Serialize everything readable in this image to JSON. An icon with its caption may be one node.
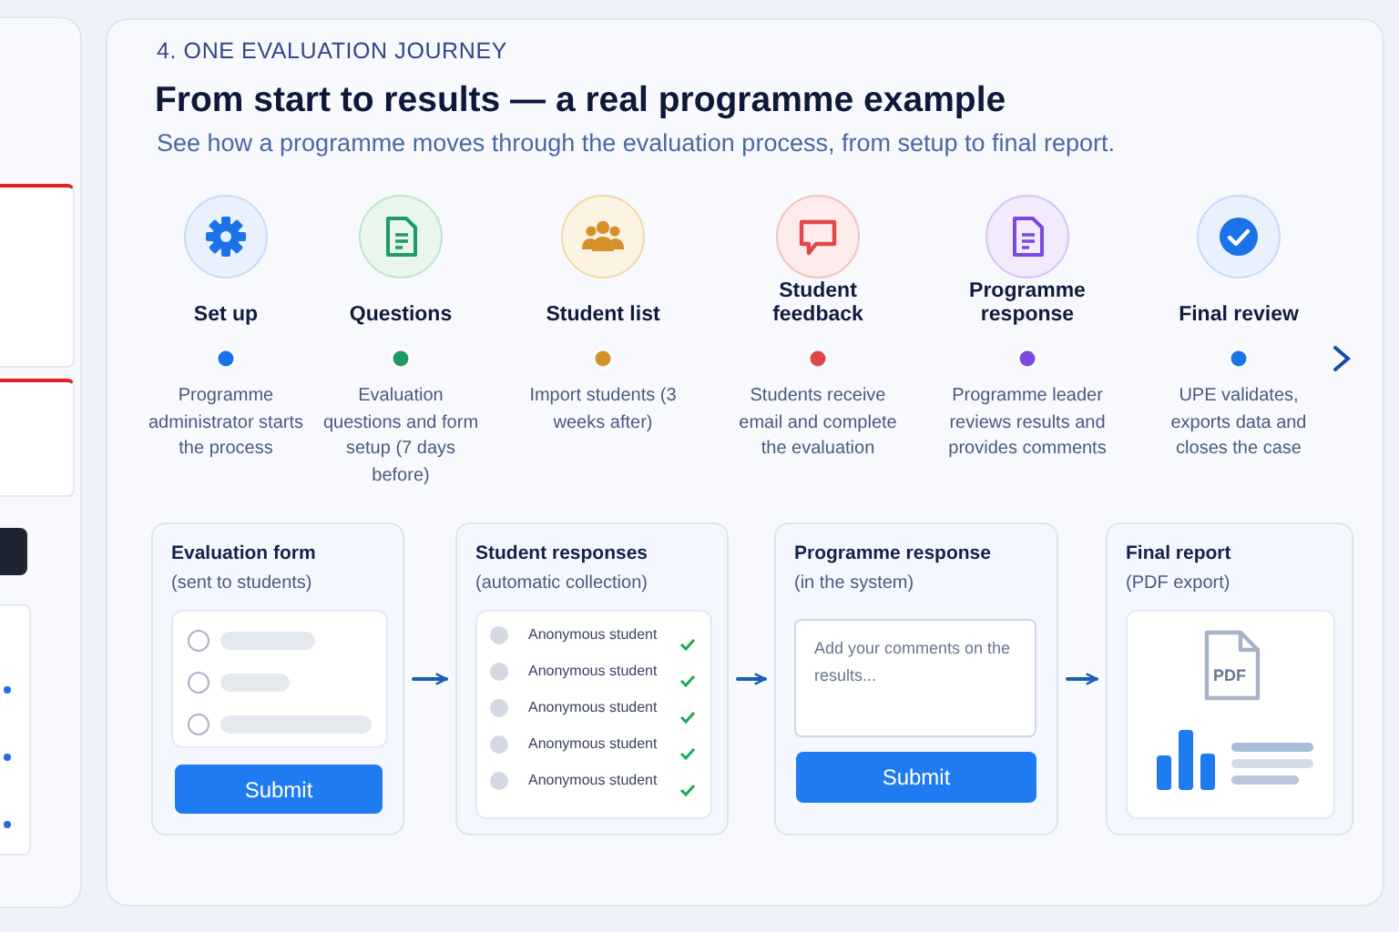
{
  "diagram": {
    "title": "From start to results — a real programme example",
    "labels": [
      "4. ONE EVALUATION JOURNEY",
      "See how a programme moves through the evaluation process, from setup to final report.",
      "Programme administrator starts the process",
      "Evaluation questions and form setup (7 days before)",
      "Import students (3 weeks after)",
      "Students receive email and complete the evaluation",
      "Programme leader reviews results and provides comments",
      "UPE validates, exports data and closes the case"
    ],
    "nodes": [
      {
        "text": [
          "Set up"
        ]
      },
      {
        "text": [
          "Questions"
        ]
      },
      {
        "text": [
          "Student list"
        ]
      },
      {
        "text": [
          "Student feedback"
        ]
      },
      {
        "text": [
          "Programme response"
        ]
      },
      {
        "text": [
          "Final review"
        ]
      },
      {
        "text": [
          "Evaluation form",
          "(sent to students)",
          "Submit"
        ]
      },
      {
        "text": [
          "Student responses",
          "(automatic collection)",
          "Anonymous student",
          "Anonymous student",
          "Anonymous student",
          "Anonymous student",
          "Anonymous student"
        ]
      },
      {
        "text": [
          "Programme response",
          "(in the system)",
          "Add your comments on the results...",
          "Submit"
        ]
      },
      {
        "text": [
          "Final report",
          "(PDF export)",
          "PDF"
        ]
      }
    ],
    "edges": [
      {
        "from": 6,
        "to": 7,
        "arrow": "to"
      },
      {
        "from": 7,
        "to": 8,
        "arrow": "to"
      },
      {
        "from": 8,
        "to": 9,
        "arrow": "to"
      }
    ]
  }
}
